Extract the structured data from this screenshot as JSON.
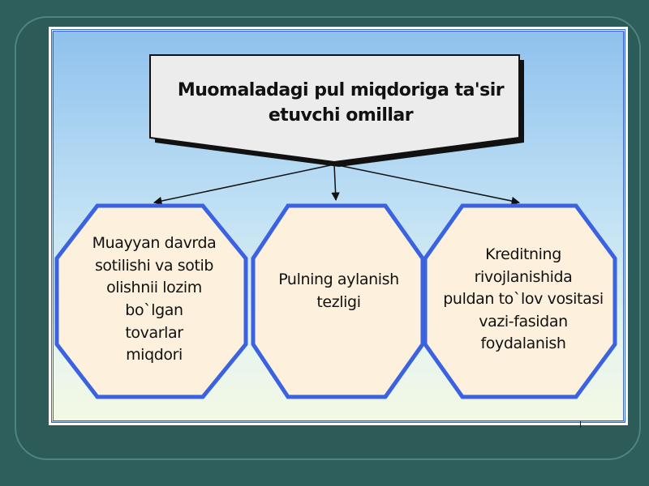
{
  "diagram": {
    "title": "Muomaladagi pul miqdoriga ta'sir etuvchi omillar",
    "boxes": [
      {
        "text": "Muayyan davrda\nsotilishi va sotib\nolishnii lozim bo`lgan\ntovarlar\nmiqdori"
      },
      {
        "text": "Pulning aylanish\ntezligi"
      },
      {
        "text": "Kreditning\nrivojlanishida\npuldan to`lov vositasi\nvazi-fasidan\nfoydalanish"
      }
    ]
  },
  "colors": {
    "slide_background": "#2f5f5c",
    "panel_border": "#3a64e0",
    "box_fill": "#fdf0dc",
    "box_border": "#3b62e0",
    "title_fill": "#ececec"
  }
}
